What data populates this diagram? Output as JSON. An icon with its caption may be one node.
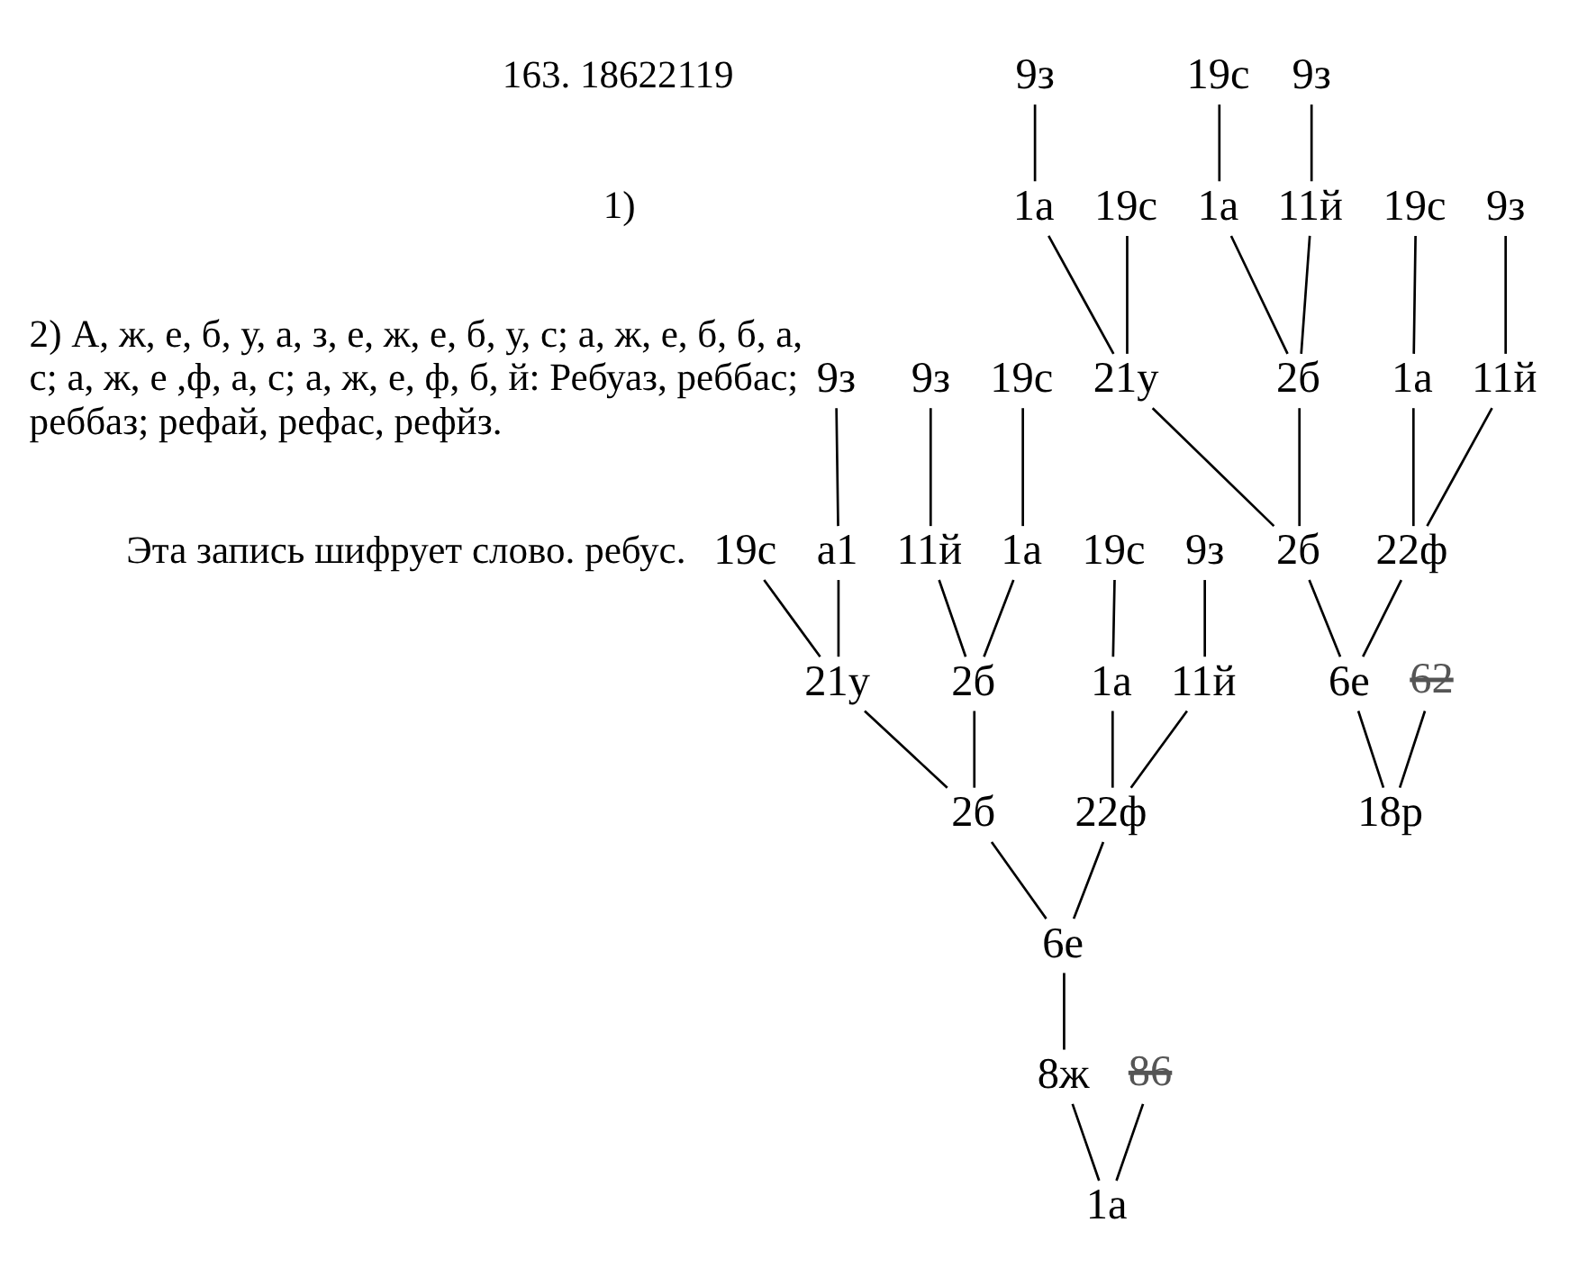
{
  "diagram": {
    "nodes": [
      {
        "text": [
          "9з"
        ]
      },
      {
        "text": [
          "19с"
        ]
      },
      {
        "text": [
          "9з"
        ]
      },
      {
        "text": [
          "а1"
        ]
      },
      {
        "text": [
          "19с"
        ]
      },
      {
        "text": [
          "1а"
        ]
      },
      {
        "text": [
          "11й"
        ]
      },
      {
        "text": [
          "19с"
        ]
      },
      {
        "text": [
          "9з"
        ]
      },
      {
        "text": [
          "21у"
        ]
      },
      {
        "text": [
          "2б"
        ]
      },
      {
        "text": [
          "1а"
        ]
      },
      {
        "text": [
          "11й"
        ]
      },
      {
        "text": [
          "2б"
        ]
      },
      {
        "text": [
          "22ф"
        ]
      },
      {
        "text": [
          "6е"
        ]
      },
      {
        "text": [
          "8ж"
        ]
      },
      {
        "text": [
          "86"
        ]
      },
      {
        "text": [
          "1а"
        ]
      },
      {
        "text": [
          "9з"
        ]
      },
      {
        "text": [
          "19с"
        ]
      },
      {
        "text": [
          "9з"
        ]
      },
      {
        "text": [
          "1а"
        ]
      },
      {
        "text": [
          "19с"
        ]
      },
      {
        "text": [
          "1а"
        ]
      },
      {
        "text": [
          "11й"
        ]
      },
      {
        "text": [
          "19с"
        ]
      },
      {
        "text": [
          "9з"
        ]
      },
      {
        "text": [
          "21у"
        ]
      },
      {
        "text": [
          "2б"
        ]
      },
      {
        "text": [
          "1а"
        ]
      },
      {
        "text": [
          "11й"
        ]
      },
      {
        "text": [
          "2б"
        ]
      },
      {
        "text": [
          "22ф"
        ]
      },
      {
        "text": [
          "6е"
        ]
      },
      {
        "text": [
          "62"
        ]
      },
      {
        "text": [
          "18р"
        ]
      }
    ],
    "edges": [
      {
        "from": 0,
        "to": 3,
        "arrow": "none"
      },
      {
        "from": 1,
        "to": 5,
        "arrow": "none"
      },
      {
        "from": 2,
        "to": 6,
        "arrow": "none"
      },
      {
        "from": 3,
        "to": 9,
        "arrow": "none"
      },
      {
        "from": 4,
        "to": 9,
        "arrow": "none"
      },
      {
        "from": 5,
        "to": 10,
        "arrow": "none"
      },
      {
        "from": 6,
        "to": 10,
        "arrow": "none"
      },
      {
        "from": 7,
        "to": 11,
        "arrow": "none"
      },
      {
        "from": 8,
        "to": 12,
        "arrow": "none"
      },
      {
        "from": 9,
        "to": 13,
        "arrow": "none"
      },
      {
        "from": 10,
        "to": 13,
        "arrow": "none"
      },
      {
        "from": 11,
        "to": 14,
        "arrow": "none"
      },
      {
        "from": 12,
        "to": 14,
        "arrow": "none"
      },
      {
        "from": 13,
        "to": 15,
        "arrow": "none"
      },
      {
        "from": 14,
        "to": 15,
        "arrow": "none"
      },
      {
        "from": 15,
        "to": 16,
        "arrow": "none"
      },
      {
        "from": 16,
        "to": 18,
        "arrow": "none"
      },
      {
        "from": 17,
        "to": 18,
        "arrow": "none"
      },
      {
        "from": 19,
        "to": 22,
        "arrow": "none"
      },
      {
        "from": 20,
        "to": 24,
        "arrow": "none"
      },
      {
        "from": 21,
        "to": 25,
        "arrow": "none"
      },
      {
        "from": 22,
        "to": 28,
        "arrow": "none"
      },
      {
        "from": 23,
        "to": 28,
        "arrow": "none"
      },
      {
        "from": 24,
        "to": 29,
        "arrow": "none"
      },
      {
        "from": 25,
        "to": 29,
        "arrow": "none"
      },
      {
        "from": 26,
        "to": 30,
        "arrow": "none"
      },
      {
        "from": 27,
        "to": 31,
        "arrow": "none"
      },
      {
        "from": 28,
        "to": 32,
        "arrow": "none"
      },
      {
        "from": 29,
        "to": 32,
        "arrow": "none"
      },
      {
        "from": 30,
        "to": 33,
        "arrow": "none"
      },
      {
        "from": 31,
        "to": 33,
        "arrow": "none"
      },
      {
        "from": 32,
        "to": 34,
        "arrow": "none"
      },
      {
        "from": 33,
        "to": 34,
        "arrow": "none"
      },
      {
        "from": 34,
        "to": 36,
        "arrow": "none"
      },
      {
        "from": 35,
        "to": 36,
        "arrow": "none"
      }
    ],
    "labels": [
      "163. 18622119",
      "1)",
      "2) А, ж, е, б, у, а, з, е, ж, е, б, у, с; а, ж, е, б, б, а, с; а, ж, е ,ф, а, с; а, ж, е, ф, б, й: Ребуаз, реббас; реббаз; рефай, рефас, рефйз.",
      "Эта запись шифрует слово. ребус."
    ]
  }
}
